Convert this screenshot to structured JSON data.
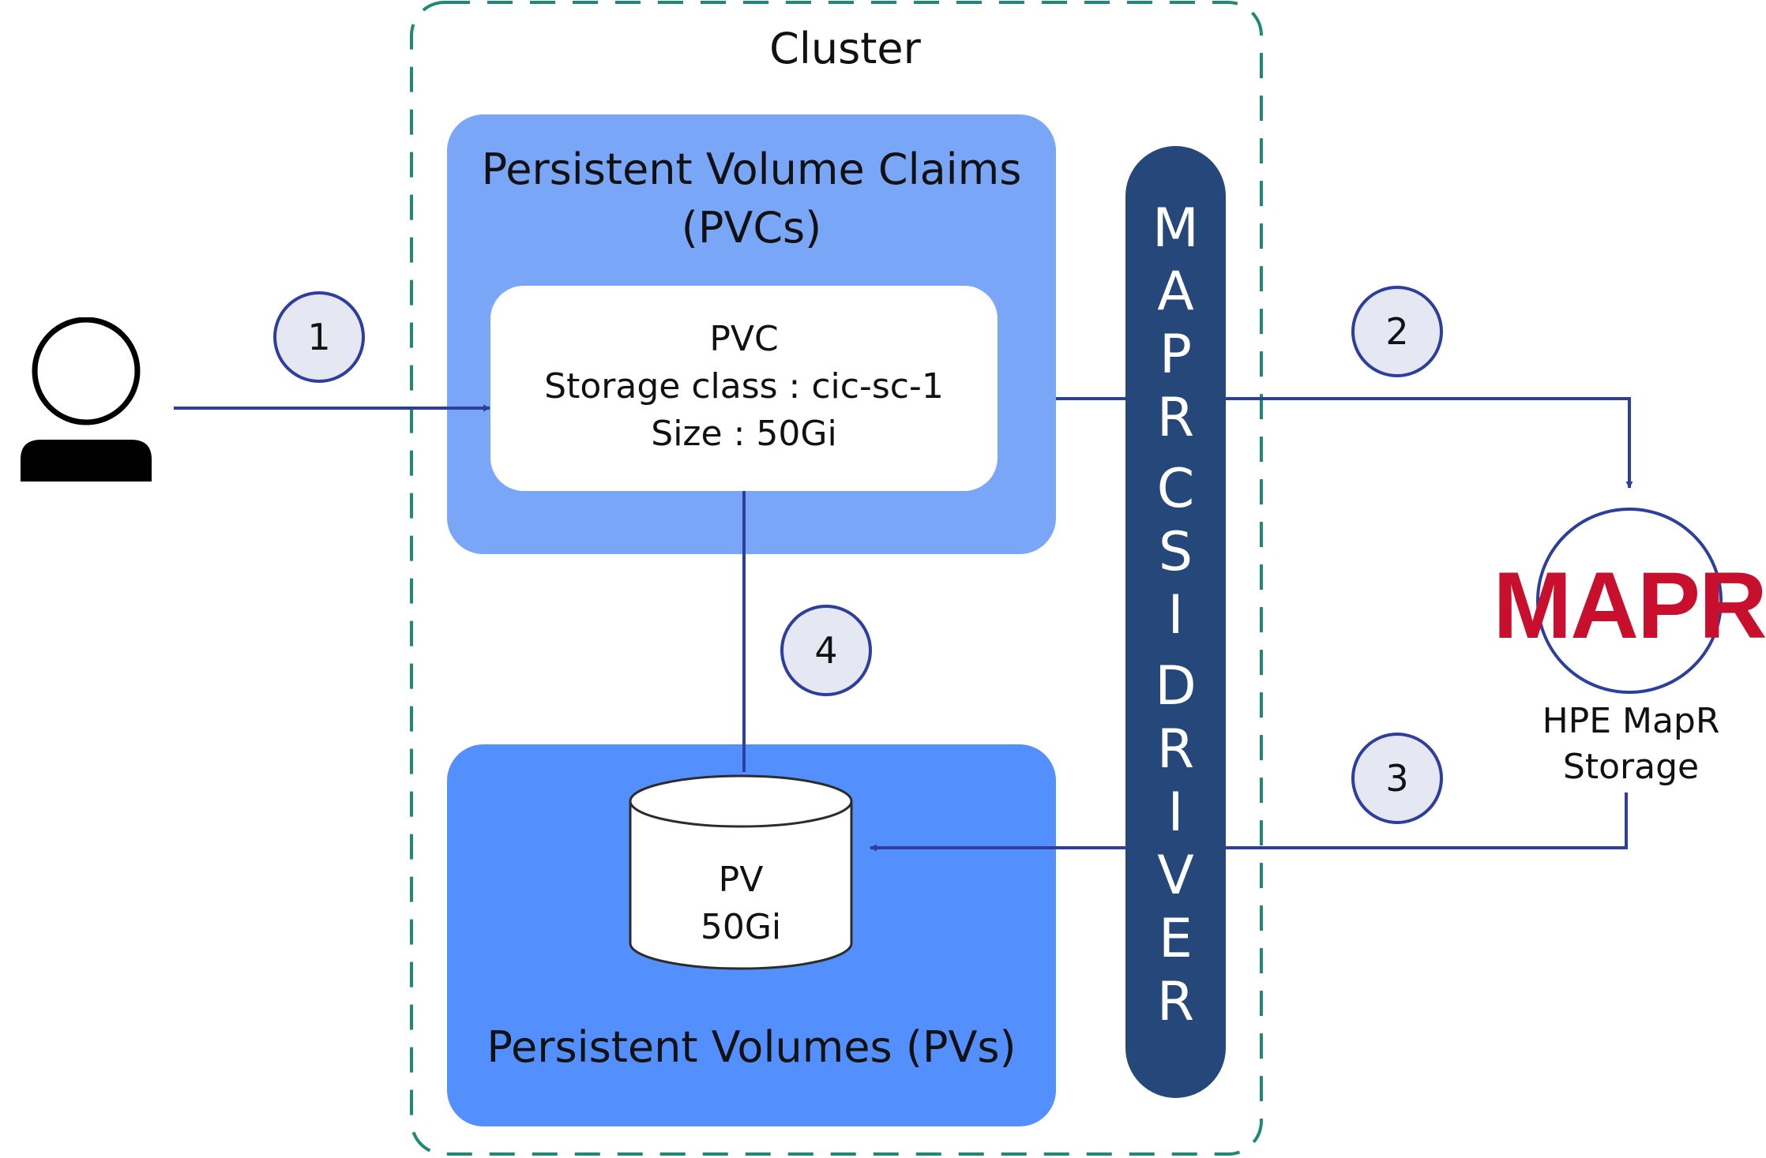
{
  "cluster": {
    "title": "Cluster"
  },
  "pvc_panel": {
    "title_line1": "Persistent Volume Claims",
    "title_line2": "(PVCs)",
    "card": {
      "name": "PVC",
      "storage_class": "Storage class : cic-sc-1",
      "size": "Size : 50Gi"
    }
  },
  "pv_panel": {
    "title": "Persistent Volumes (PVs)",
    "volume": {
      "name": "PV",
      "size": "50Gi"
    }
  },
  "driver": {
    "letters": [
      "M",
      "A",
      "P",
      "R",
      "C",
      "S",
      "I",
      "D",
      "R",
      "I",
      "V",
      "E",
      "R"
    ]
  },
  "steps": [
    "1",
    "2",
    "3",
    "4"
  ],
  "storage": {
    "logo_text": "MAPR",
    "label_line1": "HPE MapR",
    "label_line2": "Storage"
  },
  "colors": {
    "pvc_panel": "#7aa6f7",
    "pv_panel": "#5490fd",
    "driver": "#254779",
    "arrows": "#2e3e9c",
    "cluster_border": "#1f8a73",
    "mapr_red": "#c8102e"
  }
}
